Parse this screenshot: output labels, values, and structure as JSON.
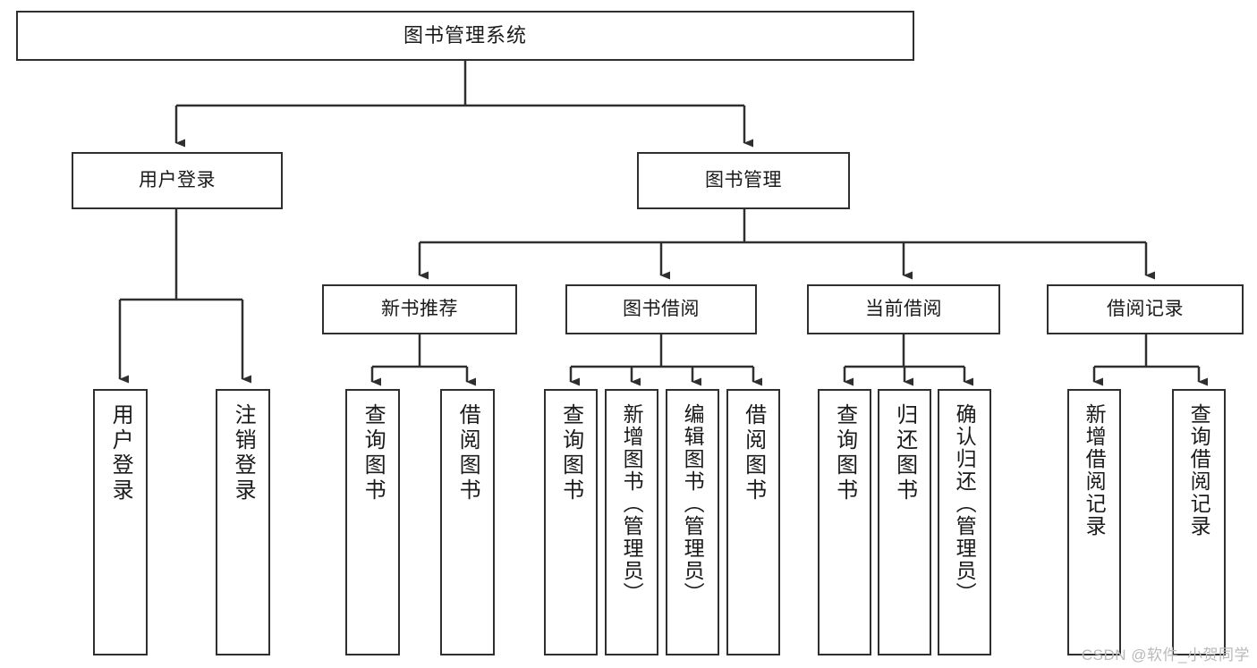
{
  "diagram": {
    "title": "图书管理系统",
    "type": "hierarchy-tree",
    "colors": {
      "background": "#ffffff",
      "box_border": "#2f2f2f",
      "connector": "#2f2f2f",
      "text": "#1a1a1a",
      "watermark": "#b9b9b9"
    },
    "watermark": "CSDN @软件_小贺同学",
    "levels": {
      "root": {
        "label": "图书管理系统"
      },
      "level2": [
        {
          "label": "用户登录"
        },
        {
          "label": "图书管理"
        }
      ],
      "level3": [
        {
          "label": "新书推荐"
        },
        {
          "label": "图书借阅"
        },
        {
          "label": "当前借阅"
        },
        {
          "label": "借阅记录"
        }
      ]
    },
    "leaves": {
      "user_login": [
        {
          "label": "用户登录"
        },
        {
          "label": "注销登录"
        }
      ],
      "new_book_recommend": [
        {
          "label": "查询图书"
        },
        {
          "label": "借阅图书"
        }
      ],
      "book_borrow": [
        {
          "label": "查询图书"
        },
        {
          "label": "新增图书（管理员）"
        },
        {
          "label": "编辑图书（管理员）"
        },
        {
          "label": "借阅图书"
        }
      ],
      "current_borrow": [
        {
          "label": "查询图书"
        },
        {
          "label": "归还图书"
        },
        {
          "label": "确认归还（管理员）"
        }
      ],
      "borrow_record": [
        {
          "label": "新增借阅记录"
        },
        {
          "label": "查询借阅记录"
        }
      ]
    }
  }
}
